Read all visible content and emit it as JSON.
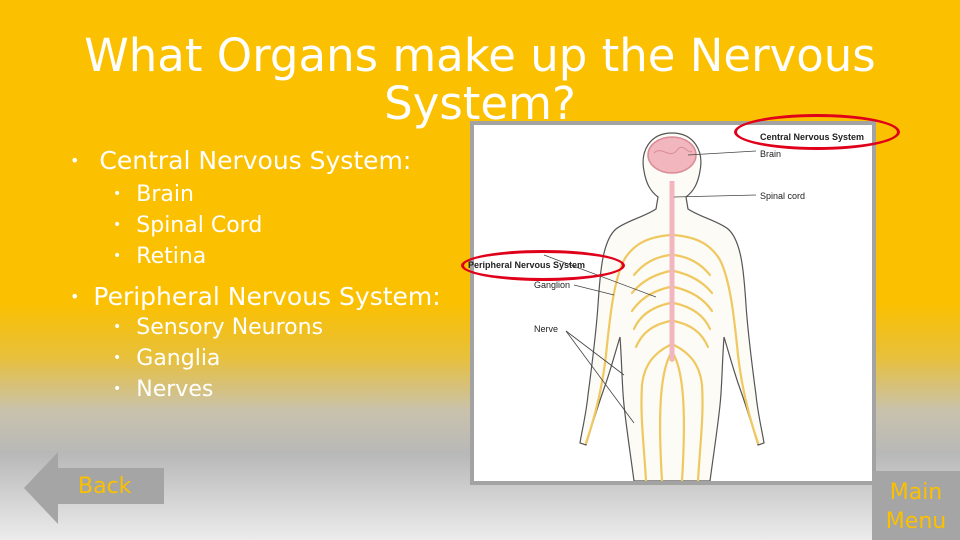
{
  "slide": {
    "title": "What Organs make up the Nervous System?",
    "sections": [
      {
        "heading": "Central Nervous System:",
        "items": [
          "Brain",
          "Spinal Cord",
          "Retina"
        ]
      },
      {
        "heading": "Peripheral Nervous System:",
        "items": [
          "Sensory Neurons",
          "Ganglia",
          "Nerves"
        ]
      }
    ],
    "bullet": "•"
  },
  "diagram": {
    "labels": {
      "cns": "Central Nervous System",
      "brain": "Brain",
      "spinal_cord": "Spinal cord",
      "pns": "Peripheral Nervous System",
      "ganglion": "Ganglion",
      "nerve": "Nerve"
    }
  },
  "nav": {
    "back_label": "Back",
    "menu_label": "Main\nMenu"
  },
  "colors": {
    "background": "#fbc000",
    "text": "#ffffff",
    "highlight_ring": "#e0001a",
    "nerve": "#f0c860",
    "brain": "#f2b6be"
  }
}
